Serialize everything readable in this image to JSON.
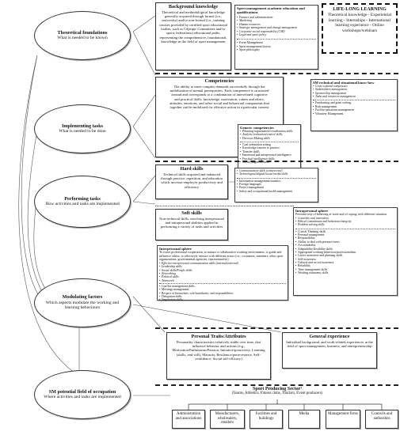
{
  "left": [
    {
      "title": "Theoretical foundations",
      "sub": "What is needed to be known"
    },
    {
      "title": "Implementing tasks",
      "sub": "What is needed to be done"
    },
    {
      "title": "Performing tasks",
      "sub": "How activities and tasks are implemented"
    },
    {
      "title": "Modulating factors",
      "sub": "Which aspects modulate the working and learning behaviours"
    },
    {
      "title": "SM potential field of occupation",
      "sub": "Where activities and tasks are implemented"
    }
  ],
  "lifelong": {
    "title": "LIFE-LONG LEARNING",
    "body": "Theoretical knowledge - Experiential learning - Internships - International learning experience - Online workshops/webinars"
  },
  "background": {
    "title": "Background knowledge",
    "body": "Theoretical and methodological knowledge generally acquired through formal (i.e., university) and/or non-formal (i.e., training courses provided by certified sport educational bodies, such as Olympic Committees and/or sports federations) educational paths, representing the comprehensive, foundational, knowledge in the field of sport management",
    "qual_title": "Sport management academic education and qualifications",
    "list1": [
      "Finance and administration",
      "Marketing",
      "Human resources",
      "Strategic management and change management",
      "Corporate social responsibility (CSR)",
      "Legal and sport policy"
    ],
    "list2": [
      "Event Management",
      "Sport management history",
      "Sport philosophy"
    ]
  },
  "competencies": {
    "title": "Competencies",
    "body": "The ability to meet complex demands successfully through the mobilization of mental prerequisites. Each competence is structured around and corresponds to a combination of interrelated cognitive and practical skills, knowledge, motivation, values and ethics, attitudes, emotions, and other social and behavioral components that together can be mobilized for effective action in a particular context",
    "generic_title": "Generic competencies",
    "generic": [
      "Planning/organization/coordination skills",
      "Analytic/evaluation/control skills",
      "Decision Making skills"
    ],
    "generic2": [
      "Goal orientation setting",
      "Knowledge transfer to practice",
      "Transfer skills",
      "Emotional and interpersonal intelligence",
      "Practical intelligence skills",
      "Social/judgment skills"
    ],
    "sm_title": "SM technical and situational know-how",
    "sm": [
      "Cross-cultural competence",
      "Stakeholders management",
      "Sponsorship management",
      "Tasks and resources management"
    ],
    "sm2": [
      "Fundraising and grant writing",
      "Risk management",
      "Facility/operations management",
      "Volunteer Management"
    ]
  },
  "hard": {
    "title": "Hard skills",
    "body": "Technical skills acquired and enhanced through practice, repetition, and education which increase employee productivity and efficiency",
    "list1": [
      "Communication skills (written/oral)",
      "Technological/digital/social media skills"
    ],
    "list2": [
      "Information management/statistics",
      "Foreign languages",
      "Project management",
      "Safety and occupational health management"
    ]
  },
  "soft": {
    "title": "Soft skills",
    "body": "Non-technical skills, involving interpersonal and intrapersonal abilities applied in performing a variety of tasks and activities",
    "intra_title": "Intrapersonal sphere",
    "intra_body": "Personal way of behaving at work and of coping with different situation",
    "intra1": [
      "Creativity and innovation",
      "Ethical commitment and behaviour/integrity",
      "Problem solving skills"
    ],
    "intra2": [
      "Critical Thinking skills",
      "Personal management",
      "Responsibility",
      "Ability to deal with pressure/stress",
      "Accountability",
      "Adaptability/flexibility skills",
      "Appropriate working behaviour/professionalism",
      "Career awareness and planning skills",
      "Self-awareness",
      "Cultural and social awareness",
      "Reliability",
      "Time management skills",
      "Working autonomy skills"
    ],
    "inter_title": "Interpersonal sphere",
    "inter_body": "To foster professional cooperation, to nurture a collaborative working environment, to guide and influence others, to effectively interact with different actors (i.e., costumers, members, other sport organizations, governmental agencies, representatives)",
    "inter1": [
      "Effective interpersonal communication skills (internal/external)",
      "Leadership skills",
      "Social skills/People skills",
      "Networking",
      "Political skills",
      "Teamwork"
    ],
    "inter2": [
      "Conflict management skills",
      "Meetings management",
      "Respect of hierarchies, role boundaries, and responsibilities",
      "Delegation skills",
      "Negotiation skills"
    ]
  },
  "traits": {
    "title": "Personal Traits/Attributes",
    "body": "Personality characteristics relatively stable over time, that influence behavior and actions (e.g., Motivation/Enthusiasm/Passion, Initiative/proactivity, Learning (skills, and will), Maturity, Resilience/perseverance, Self-confidence, Social self-efficacy)"
  },
  "general": {
    "title": "General experience",
    "body": "Individual background, and work-related experiences in the field of sport management, business, and entrepreneurship"
  },
  "sector": {
    "title": "Sport Producing Sector¹",
    "sub": "(Teams, Athletics, Fitness clubs, Tourism, Event producers)",
    "items": [
      "Administration and associations",
      "Manufacturers, wholesalers, retailers",
      "Facilities and buildings",
      "Media",
      "Management firms",
      "Councils and authorities"
    ]
  }
}
